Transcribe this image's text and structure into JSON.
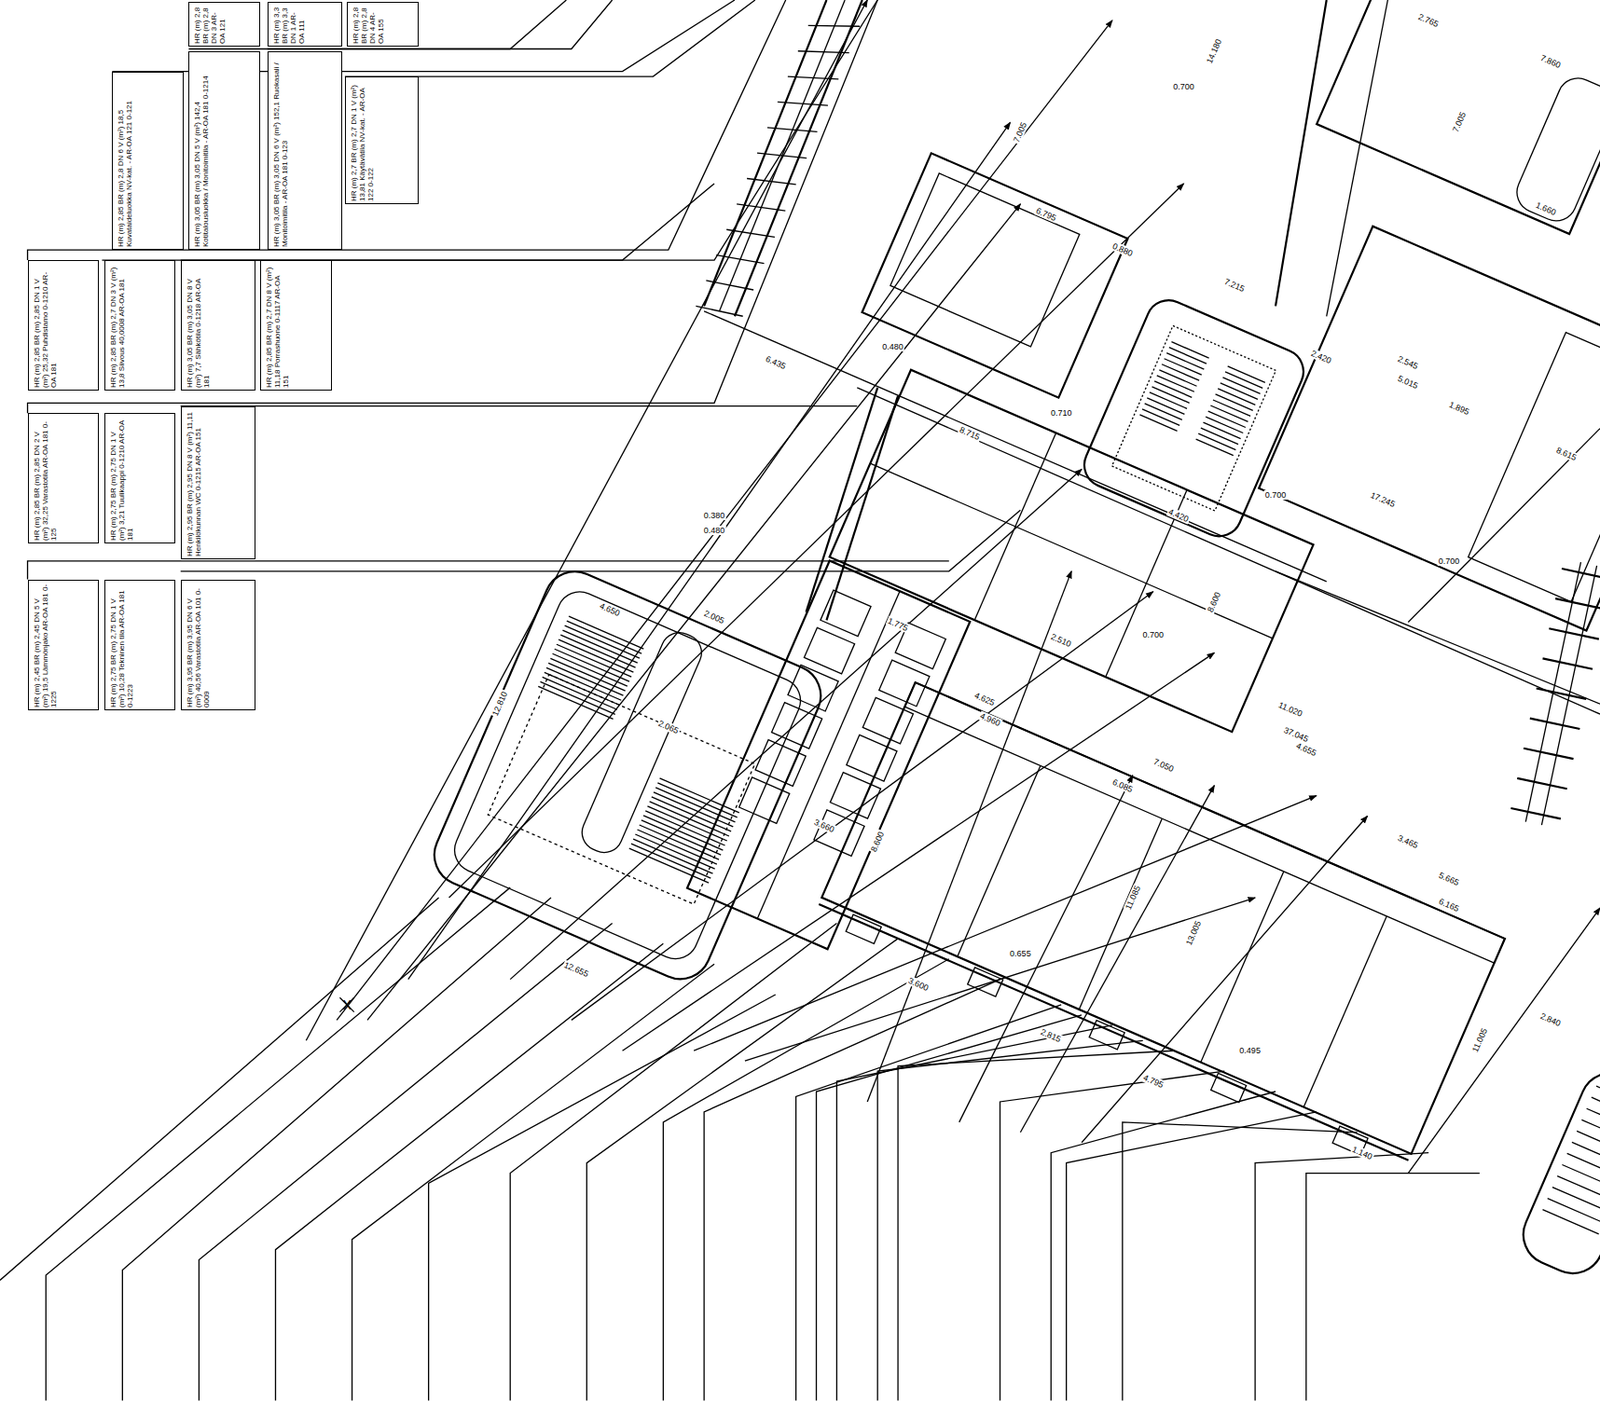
{
  "diagram": {
    "nodes": [
      {
        "text": [
          "HR (m) 2,8 BR (m) 2,8 DN 3 AR-OA 121"
        ]
      },
      {
        "text": [
          "HR (m) 3,3 BR (m) 3,3 DN 1 AR-OA 111"
        ]
      },
      {
        "text": [
          "HR (m) 2,8 BR (m) 2,8 DN 4 AR-OA 155"
        ]
      },
      {
        "text": [
          "HR (m) 2,85 BR (m) 2,8 DN 6 V (m²) 18,5 Kuvataideluokka NV-kat. - AR-OA 121 0-121"
        ]
      },
      {
        "text": [
          "HR (m) 3,05 BR (m) 3,05 DN 5 V (m²) 142,4 Kotitalousluokka / Monitoimitila - AR-OA 181 0-1214"
        ]
      },
      {
        "text": [
          "HR (m) 3,05 BR (m) 3,05 DN 6 V (m²) 152,1 Ruokasali / Monitoimitila - AR-OA 181 0-123"
        ]
      },
      {
        "text": [
          "HR (m) 2,7 BR (m) 2,7 DN 1 V (m²) 13,81 Käytävätila NV-kat. - AR-OA 122 0-122"
        ]
      },
      {
        "text": [
          "HR (m) 2,85 BR (m) 2,85 DN 1 V (m²) 25,32 Puhdistamo 0-1210 AR-OA 181"
        ]
      },
      {
        "text": [
          "HR (m) 2,85 BR (m) 2,7 DN 3 V (m²) 13,8 Siivous 40,0008 AR-OA 181"
        ]
      },
      {
        "text": [
          "HR (m) 3,05 BR (m) 3,05 DN 8 V (m²) 7,7 Sähkötila 0-1218 AR-OA 181"
        ]
      },
      {
        "text": [
          "HR (m) 2,85 BR (m) 2,7 DN 8 V (m²) 11,18 Porrashuone 0-1117 AR-OA 151"
        ]
      },
      {
        "text": [
          "HR (m) 2,85 BR (m) 2,85 DN 2 V (m²) 32,25 Varastotila AR-OA 181 0-125"
        ]
      },
      {
        "text": [
          "HR (m) 2,75 BR (m) 2,75 DN 1 V (m²) 3,21 Tuulikaappi 0-1210 AR-OA 181"
        ]
      },
      {
        "text": [
          "HR (m) 2,95 BR (m) 2,95 DN 8 V (m²) 11,11 Henkilökunnan WC 0-1215 AR-OA 151"
        ]
      },
      {
        "text": [
          "HR (m) 2,45 BR (m) 2,45 DN 5 V (m²) 19,5 Lämmönjako AR-OA 181 0-1225"
        ]
      },
      {
        "text": [
          "HR (m) 2,75 BR (m) 2,75 DN 1 V (m²) 10,28 Tekninen tila AR-OA 181 0-1223"
        ]
      },
      {
        "text": [
          "HR (m) 3,95 BR (m) 3,95 DN 6 V (m²) 40,56 Varastotila AR-OA 101 0-0009"
        ]
      }
    ],
    "labels": [
      "4.650",
      "2.005",
      "12.810",
      "12.655",
      "2.065",
      "6.435",
      "8.715",
      "4.420",
      "17.245",
      "37.045",
      "11.020",
      "6.085",
      "7.050",
      "13.005",
      "11.005",
      "6.165",
      "5.665",
      "3.465",
      "4.655",
      "7.215",
      "2.545",
      "5.015",
      "2.420",
      "6.795",
      "14.180",
      "2.765",
      "7.860",
      "8.600",
      "7.005",
      "7.005",
      "8.600",
      "11.085",
      "0.700",
      "0.700",
      "0.700",
      "0.480",
      "0.380",
      "0.480",
      "0.710",
      "0.700",
      "0.655",
      "0.495",
      "3.600",
      "2.815",
      "4.795",
      "1.140",
      "2.840",
      "8.615",
      "1.895",
      "1.660",
      "0.880",
      "1.775",
      "2.510",
      "4.625",
      "3.660",
      "4.960",
      "X"
    ]
  }
}
